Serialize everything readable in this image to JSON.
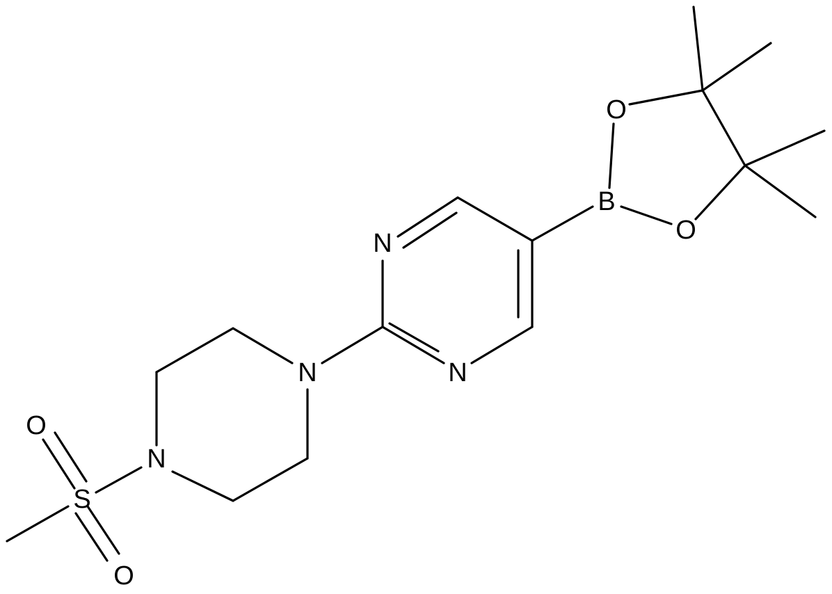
{
  "atoms": {
    "N_pyrimidine_top": "N",
    "N_pyrimidine_bottom": "N",
    "N_piperazine_right": "N",
    "N_piperazine_left": "N",
    "B": "B",
    "O_upper": "O",
    "O_lower": "O",
    "S": "S",
    "O_sulfonyl_upper": "O",
    "O_sulfonyl_lower": "O"
  }
}
